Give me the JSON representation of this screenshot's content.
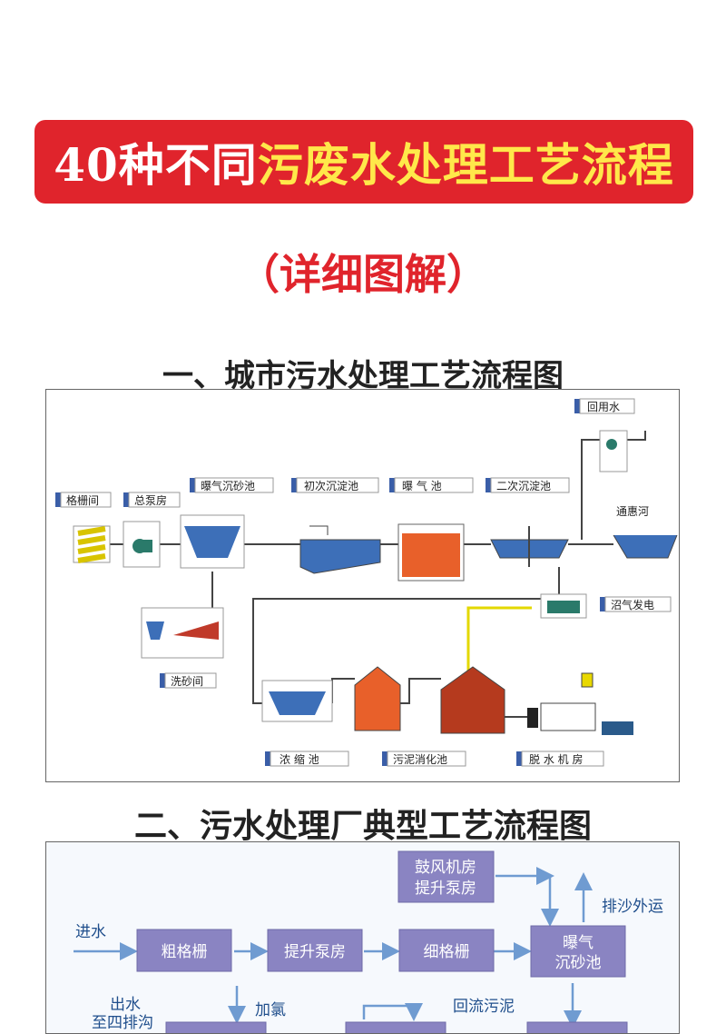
{
  "banner": {
    "part1": "40种不同",
    "part2": "污废水处理工艺流程"
  },
  "subtitle": "（详细图解）",
  "section1": {
    "title": "一、城市污水处理工艺流程图",
    "labels": {
      "grille": "格栅间",
      "pump": "总泵房",
      "grit": "曝气沉砂池",
      "primary": "初次沉淀池",
      "aeration": "曝 气 池",
      "secondary": "二次沉淀池",
      "reuse": "回用水",
      "river": "通惠河",
      "sand_wash": "洗砂间",
      "biogas": "沼气发电",
      "thickener": "浓 缩 池",
      "digester": "污泥消化池",
      "dewater": "脱 水 机 房"
    }
  },
  "section2": {
    "title": "二、污水处理厂典型工艺流程图",
    "boxes": {
      "blower": "鼓风机房",
      "lift_pump_top": "提升泵房",
      "coarse": "粗格栅",
      "lift": "提升泵房",
      "fine": "细格栅",
      "grit1": "曝气",
      "grit2": "沉砂池"
    },
    "text": {
      "inlet": "进水",
      "sand_out": "排沙外运",
      "outlet1": "出水",
      "outlet2": "至四排沟",
      "chlorine": "加氯",
      "return_sludge": "回流污泥"
    }
  },
  "colors": {
    "banner_bg": "#e0242c",
    "banner_yellow": "#ffe84a",
    "label_blue": "#3a5ea8",
    "box_purple": "#8a84c2",
    "arrow_blue": "#6f9bd1"
  }
}
